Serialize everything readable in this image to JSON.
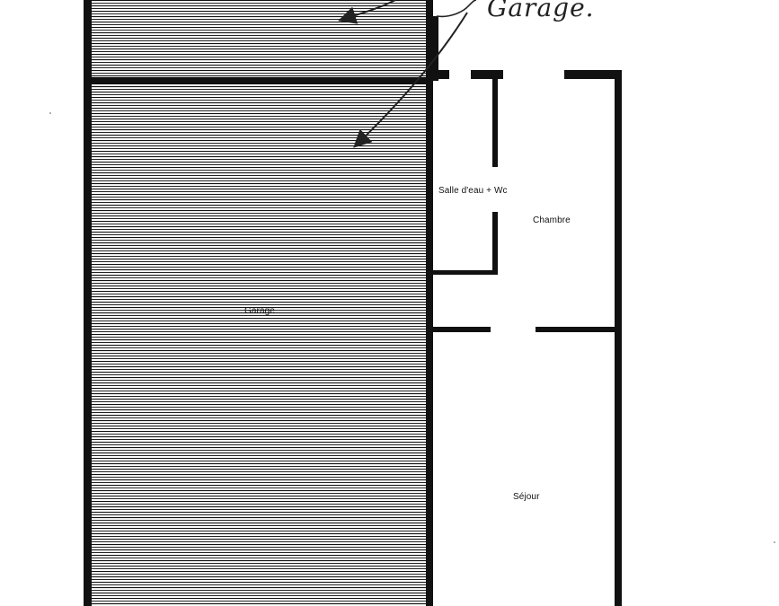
{
  "annotation": {
    "text": "Garage."
  },
  "rooms": {
    "garage": "Garage",
    "salle_eau": "Salle d'eau + Wc",
    "chambre": "Chambre",
    "sejour": "Séjour"
  }
}
